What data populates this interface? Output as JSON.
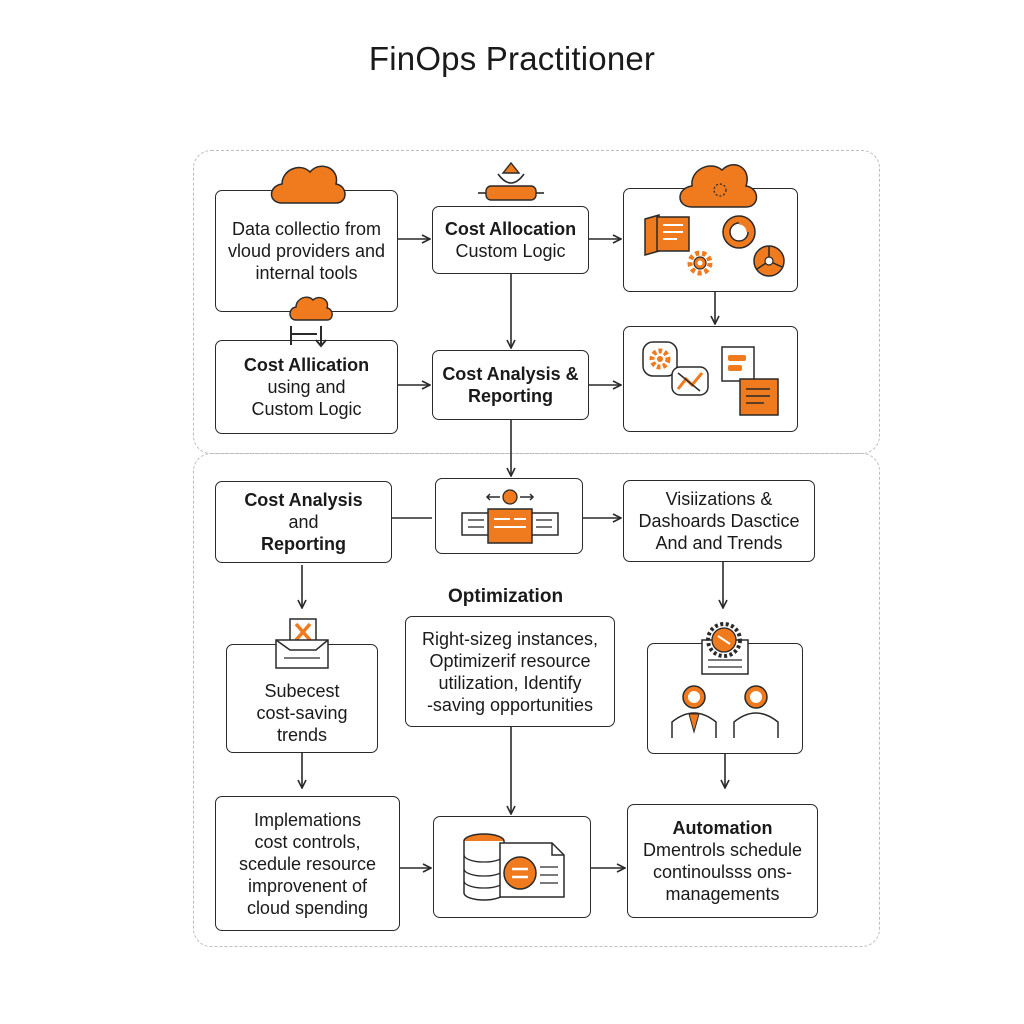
{
  "title": "FinOps Practitioner",
  "colors": {
    "accent": "#F07A1E",
    "stroke": "#2A2A2A",
    "group_border": "#BDBDBD"
  },
  "nodes": {
    "data_collection": {
      "lines": [
        "Data collectio from",
        "vloud providers and",
        "internal tools"
      ]
    },
    "cost_allocation_top": {
      "heading": "Cost Allocation",
      "lines": [
        "Custom Logic"
      ]
    },
    "cost_allocation_left": {
      "heading": "Cost Allication",
      "lines": [
        "using and",
        "Custom Logic"
      ]
    },
    "cost_analysis_center": {
      "heading_lines": [
        "Cost Analysis &",
        "Reporting"
      ]
    },
    "cost_analysis_left": {
      "heading": "Cost Analysis",
      "heading_tail": " and",
      "lines": [
        "Reporting"
      ]
    },
    "visualizations": {
      "lines": [
        "Visiizations &",
        "Dashoards Dasctice",
        "And and Trends"
      ]
    },
    "optimization": {
      "heading": "Optimization",
      "lines": [
        "Right-sizeg instances,",
        "Optimizerif resource",
        "utilization, Identify",
        "-saving opportunities"
      ]
    },
    "subecest": {
      "lines": [
        "Subecest",
        "cost-saving",
        "trends"
      ]
    },
    "implementations": {
      "lines": [
        "Implemations",
        "cost controls,",
        "scedule resource",
        "improvenent of",
        "cloud spending"
      ]
    },
    "automation": {
      "heading": "Automation",
      "lines": [
        "Dmentrols schedule",
        "continoulsss ons-",
        "managements"
      ]
    }
  },
  "icons": [
    "cloud-icon",
    "handshake-icon",
    "cloud-gear-icon",
    "document-icon",
    "gear-icon",
    "target-icon",
    "pie-chart-icon",
    "cloud-icon",
    "arrows-icon",
    "gear-icon",
    "chart-icon",
    "document-icon",
    "gear-icon",
    "report-icon",
    "tools-icon",
    "inbox-icon",
    "gear-icon",
    "person-icon",
    "person-icon",
    "database-icon",
    "document-icon"
  ]
}
